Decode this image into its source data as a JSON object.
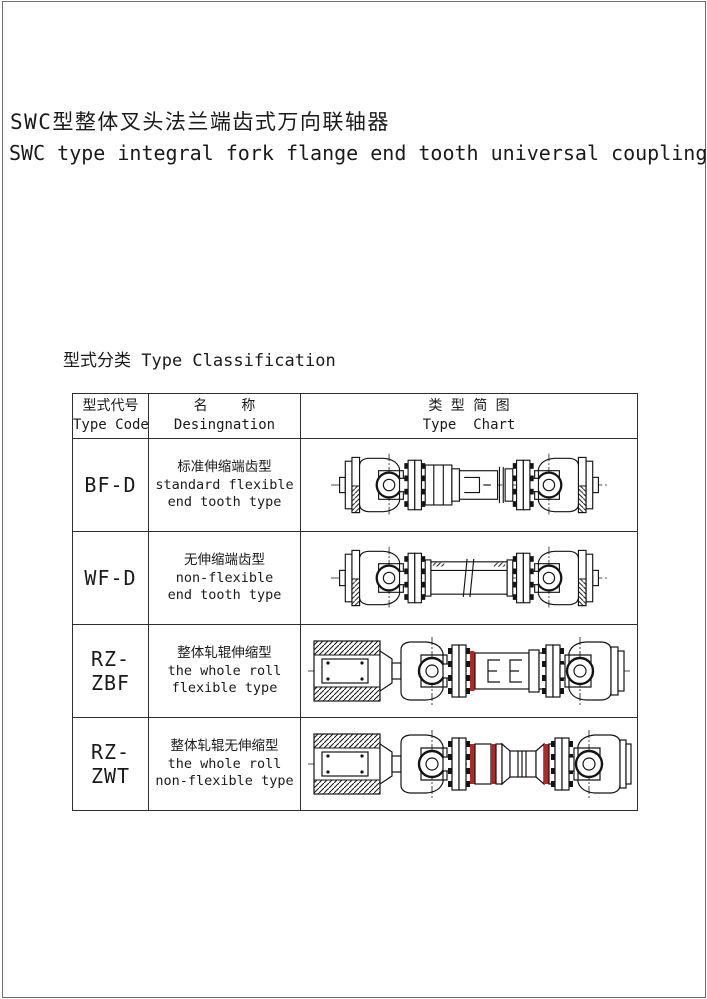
{
  "page": {
    "title_cn": "SWC型整体叉头法兰端齿式万向联轴器",
    "title_en": "SWC type integral fork flange end tooth universal coupling",
    "section_heading": "型式分类 Type Classification"
  },
  "table": {
    "headers": [
      {
        "cn": "型式代号",
        "en": "Type Code"
      },
      {
        "cn": "名    称",
        "en": "Desingnation"
      },
      {
        "cn": "类 型 简 图",
        "en": "Type  Chart"
      }
    ],
    "rows": [
      {
        "type_code": "BF-D",
        "name_cn": "标准伸缩端齿型",
        "name_en1": "standard flexible",
        "name_en2": "end tooth type",
        "diagram": "standard-flexible-end-tooth-coupling-drawing"
      },
      {
        "type_code": "WF-D",
        "name_cn": "无伸缩端齿型",
        "name_en1": "non-flexible",
        "name_en2": "end tooth type",
        "diagram": "non-flexible-end-tooth-coupling-drawing"
      },
      {
        "type_code": "RZ-ZBF",
        "name_cn": "整体轧辊伸缩型",
        "name_en1": "the whole roll",
        "name_en2": "flexible type",
        "diagram": "whole-roll-flexible-coupling-drawing"
      },
      {
        "type_code": "RZ-ZWT",
        "name_cn": "整体轧辊无伸缩型",
        "name_en1": "the whole roll",
        "name_en2": "non-flexible type",
        "diagram": "whole-roll-non-flexible-coupling-drawing"
      }
    ]
  },
  "colors": {
    "line": "#141414",
    "accent_red": "#b02a24",
    "page_border": "#6e6e6e"
  }
}
